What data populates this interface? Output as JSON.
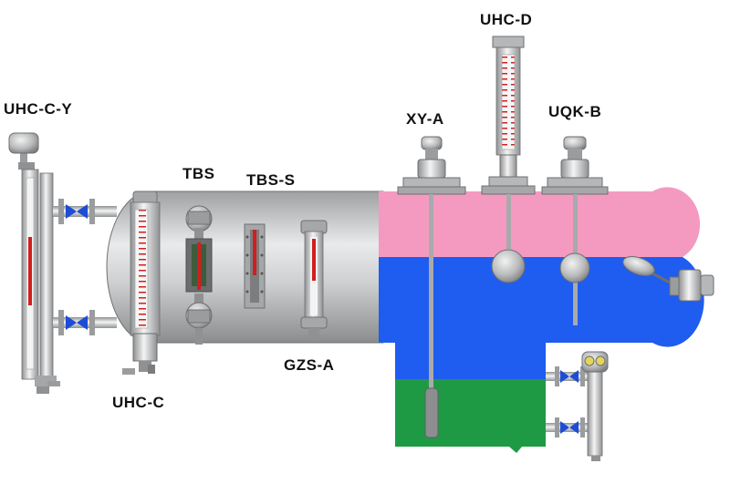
{
  "labels": {
    "uhc_c_y": "UHC-C-Y",
    "tbs": "TBS",
    "tbs_s": "TBS-S",
    "xy_a": "XY-A",
    "uhc_d": "UHC-D",
    "uqk_b": "UQK-B",
    "gzs_a": "GZS-A",
    "uhc_c": "UHC-C"
  },
  "colors": {
    "top_layer": "#f49ac1",
    "middle_layer": "#1f5cf0",
    "bottom_layer": "#1f9a44",
    "valve": "#1d4cd6",
    "gauge_red": "#d21e1e",
    "steel": "#bfc1c2"
  }
}
